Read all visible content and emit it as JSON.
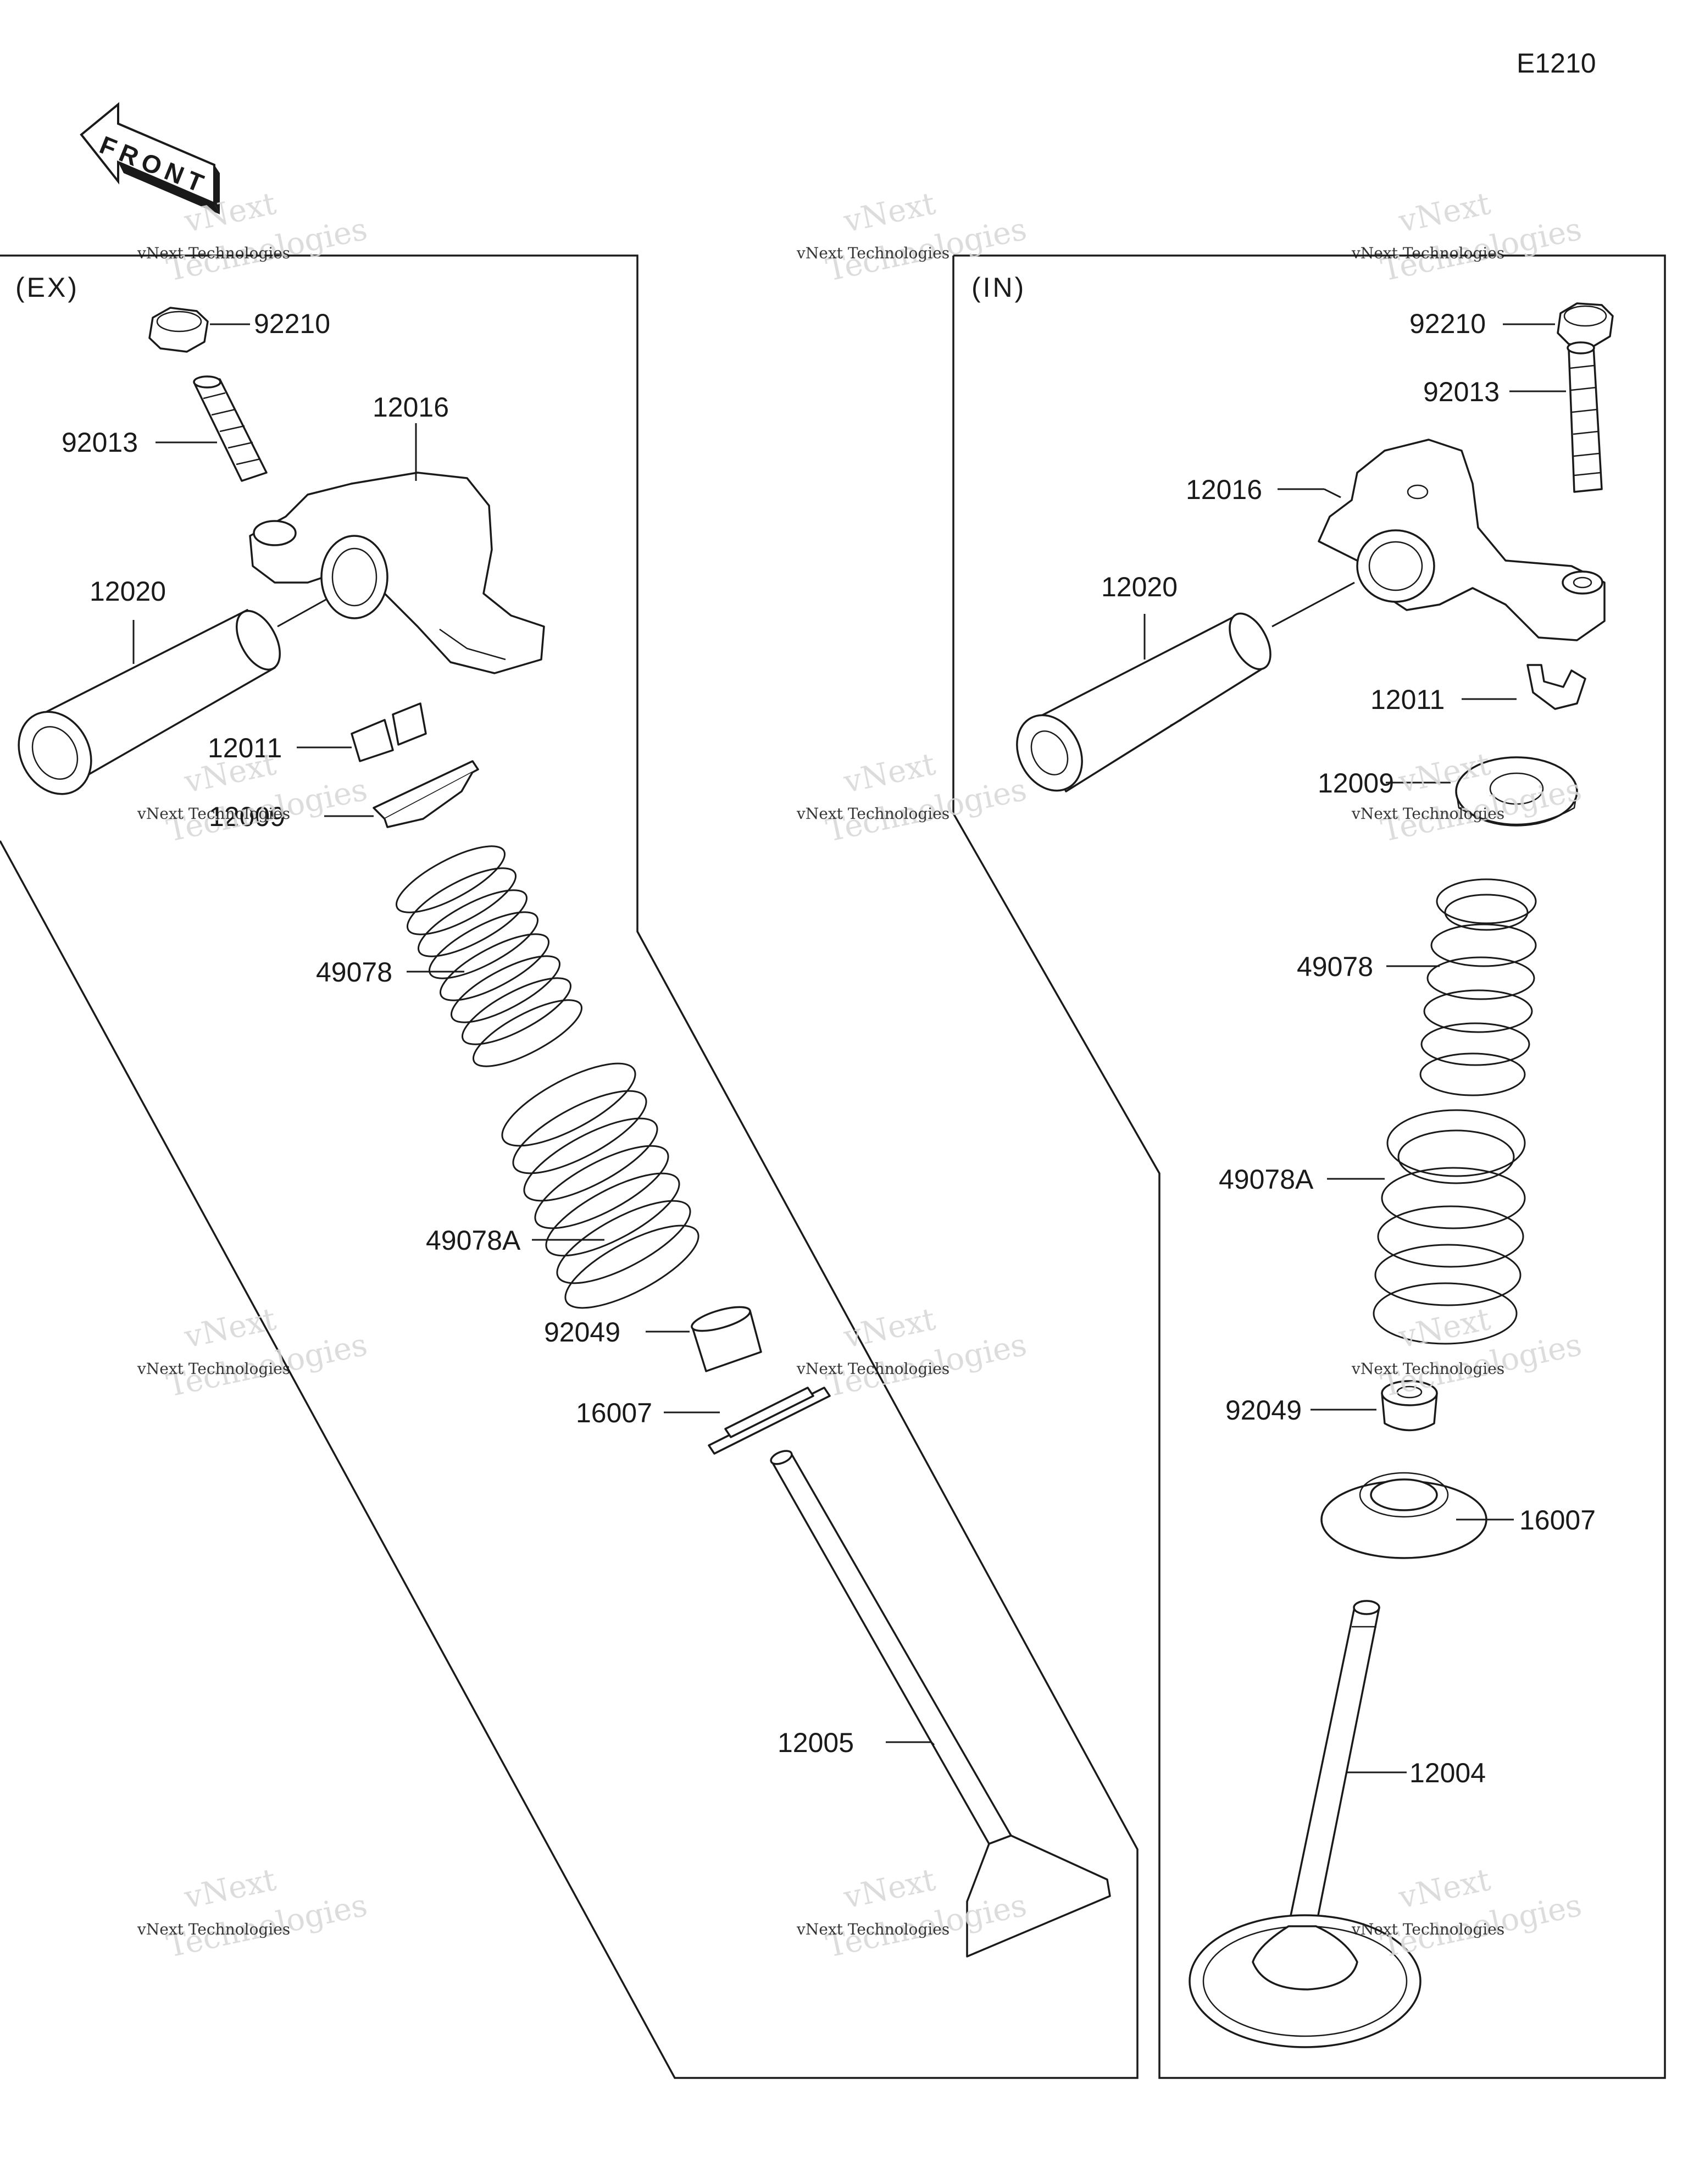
{
  "diagram_code": "E1210",
  "front_arrow_label": "FRONT",
  "sections": {
    "ex": {
      "label": "(EX)"
    },
    "in": {
      "label": "(IN)"
    }
  },
  "ex_parts": {
    "nut": "92210",
    "adjusting_screw": "92013",
    "rocker_arm": "12016",
    "rocker_shaft": "12020",
    "cotter": "12011",
    "retainer": "12009",
    "inner_spring": "49078",
    "outer_spring": "49078A",
    "stem_seal": "92049",
    "spring_seat": "16007",
    "exhaust_valve": "12005"
  },
  "in_parts": {
    "nut": "92210",
    "adjusting_screw": "92013",
    "rocker_arm": "12016",
    "rocker_shaft": "12020",
    "cotter": "12011",
    "retainer": "12009",
    "inner_spring": "49078",
    "outer_spring": "49078A",
    "stem_seal": "92049",
    "spring_seat": "16007",
    "intake_valve": "12004"
  },
  "watermark": {
    "line1": "vNext Technologies",
    "line2": "vNext",
    "line3": "Technologies"
  }
}
